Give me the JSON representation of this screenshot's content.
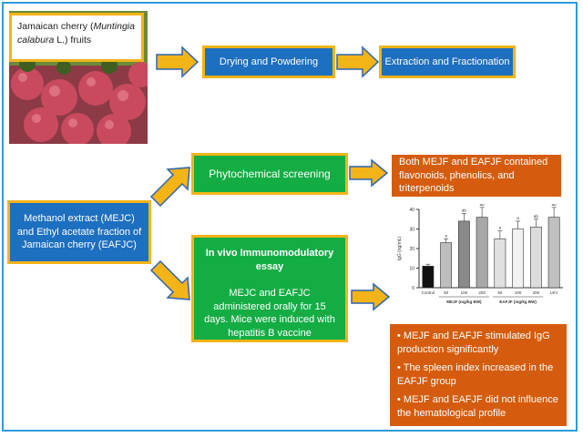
{
  "fruit_label": {
    "prefix": "Jamaican cherry (",
    "italic": "Muntingia calabura",
    "suffix": " L.) fruits"
  },
  "steps": {
    "drying": "Drying and Powdering",
    "extraction": "Extraction and Fractionation",
    "extract": "Methanol extract (MEJC) and Ethyl acetate fraction of Jamaican cherry (EAFJC)",
    "phyto": "Phytochemical screening",
    "phyto_result": "Both MEJF and EAFJF contained flavonoids, phenolics, and triterpenoids",
    "assay_title": "In vivo Immunomodulatory essay",
    "assay_text": "MEJC and EAFJC administered orally for 15 days. Mice were induced with hepatitis B vaccine intraperitoneally twice.",
    "results": [
      "MEJF and EAFJF stimulated IgG production significantly",
      "The spleen index increased in the EAFJF group",
      "MEJF and EAFJF did not influence the hematological profile"
    ]
  },
  "colors": {
    "blue": "#1d6fc0",
    "green": "#14ad44",
    "orange": "#d55c0e",
    "gold": "#f3b418",
    "frame": "#2e9cdb"
  },
  "chart_data": {
    "type": "bar",
    "ylabel": "IgG (ng/mL)",
    "ylim": [
      0,
      40
    ],
    "yticks": [
      0,
      10,
      20,
      30,
      40
    ],
    "categories": [
      "Control",
      "50",
      "100",
      "200",
      "50",
      "100",
      "200",
      "LEV"
    ],
    "values": [
      11,
      23,
      34,
      36,
      25,
      30,
      31,
      36
    ],
    "errors": [
      1,
      2,
      4,
      5,
      4,
      4,
      4,
      5
    ],
    "annotations": [
      "",
      "a",
      "ab",
      "ab",
      "a",
      "a",
      "ab",
      "ab"
    ],
    "group_labels": [
      "MEJF (mg/kg BW)",
      "EAFJF (mg/kg BW)"
    ]
  }
}
